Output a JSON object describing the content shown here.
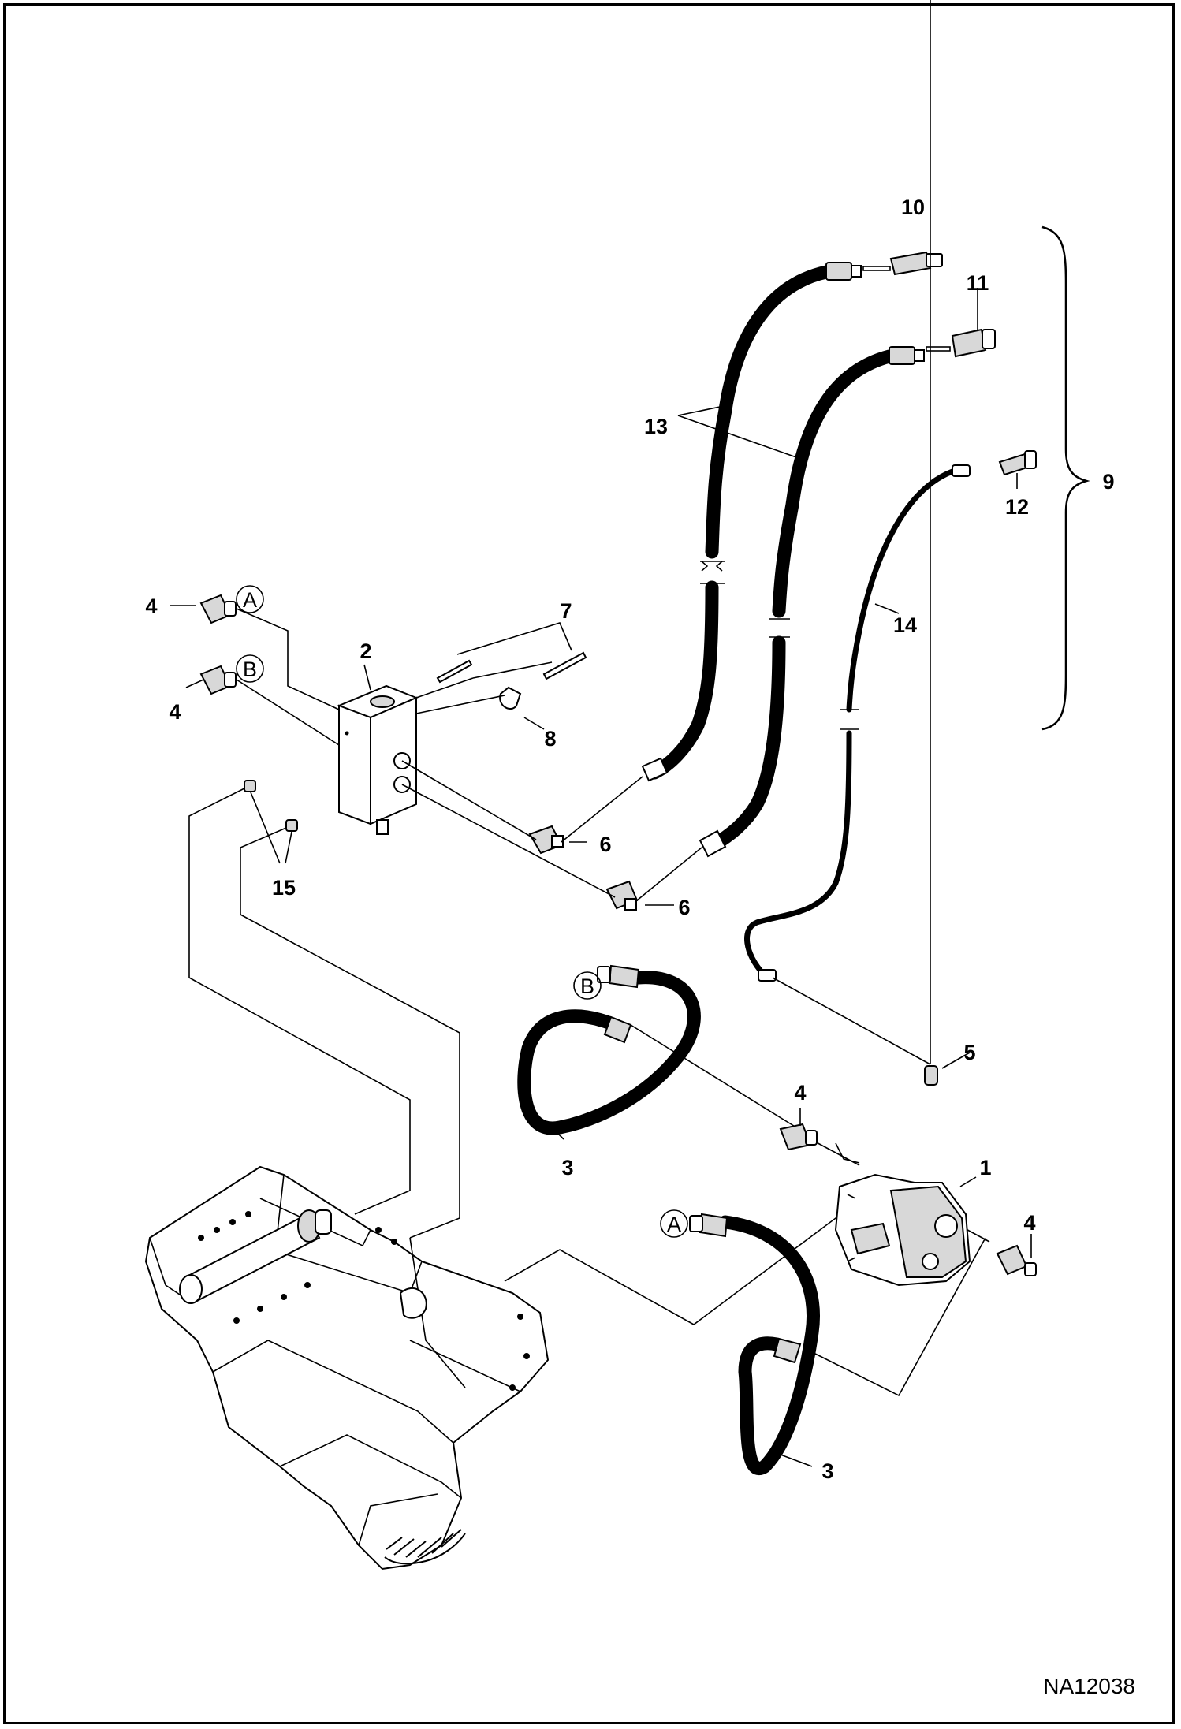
{
  "diagram": {
    "drawing_code": "NA12038",
    "callouts": {
      "c1": "1",
      "c2": "2",
      "c3a": "3",
      "c3b": "3",
      "c4a": "4",
      "c4b": "4",
      "c4c": "4",
      "c4d": "4",
      "c5": "5",
      "c6a": "6",
      "c6b": "6",
      "c7": "7",
      "c8": "8",
      "c9": "9",
      "c10": "10",
      "c11": "11",
      "c12": "12",
      "c13": "13",
      "c14": "14",
      "c15": "15"
    },
    "connection_markers": {
      "a_valve": "A",
      "b_valve": "B",
      "b_hose": "B",
      "a_hose": "A"
    }
  }
}
